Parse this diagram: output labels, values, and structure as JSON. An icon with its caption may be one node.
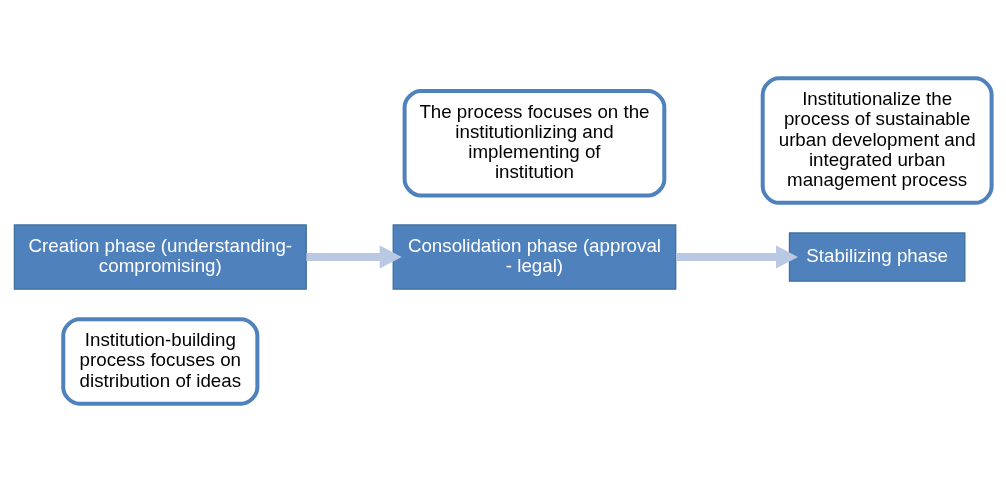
{
  "diagram": {
    "nodes": [
      {
        "text": [
          "Institution-building process focuses on distribution of ideas"
        ]
      },
      {
        "text": [
          "Creation phase (understanding-compromising)"
        ]
      },
      {
        "text": [
          "Consolidation phase (approval - legal)"
        ]
      },
      {
        "text": [
          "The process focuses on the institutionlizing and implementing of institution"
        ]
      },
      {
        "text": [
          "Institutionalize the process of sustainable urban development and integrated urban management process"
        ]
      },
      {
        "text": [
          "Stabilizing phase"
        ]
      }
    ],
    "edges": [
      {
        "from": 1,
        "to": 2,
        "arrow": "to"
      },
      {
        "from": 2,
        "to": 5,
        "arrow": "to"
      }
    ]
  }
}
